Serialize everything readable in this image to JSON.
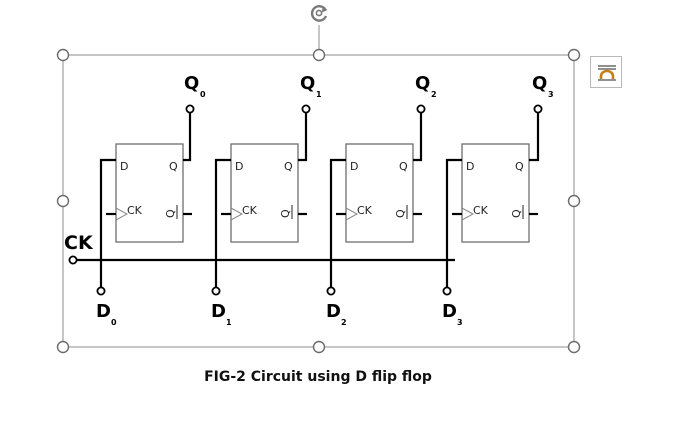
{
  "figure": {
    "caption": "FIG-2 Circuit using D flip flop"
  },
  "clock": {
    "label": "CK"
  },
  "flip_flops": [
    {
      "d_pin": "D",
      "q_pin": "Q",
      "ck_pin": "CK",
      "qbar_pin": "Q",
      "input": "D",
      "input_sub": "0",
      "output": "Q",
      "output_sub": "0"
    },
    {
      "d_pin": "D",
      "q_pin": "Q",
      "ck_pin": "CK",
      "qbar_pin": "Q",
      "input": "D",
      "input_sub": "1",
      "output": "Q",
      "output_sub": "1"
    },
    {
      "d_pin": "D",
      "q_pin": "Q",
      "ck_pin": "CK",
      "qbar_pin": "Q",
      "input": "D",
      "input_sub": "2",
      "output": "Q",
      "output_sub": "2"
    },
    {
      "d_pin": "D",
      "q_pin": "Q",
      "ck_pin": "CK",
      "qbar_pin": "Q",
      "input": "D",
      "input_sub": "3",
      "output": "Q",
      "output_sub": "3"
    }
  ],
  "icons": {
    "rotate": "rotate-handle-icon",
    "layout": "layout-options-icon"
  },
  "colors": {
    "wire": "#000000",
    "box_stroke": "#6e6e6e",
    "selection": "#8c8c8c",
    "layout_icon_accent": "#c47f16"
  }
}
